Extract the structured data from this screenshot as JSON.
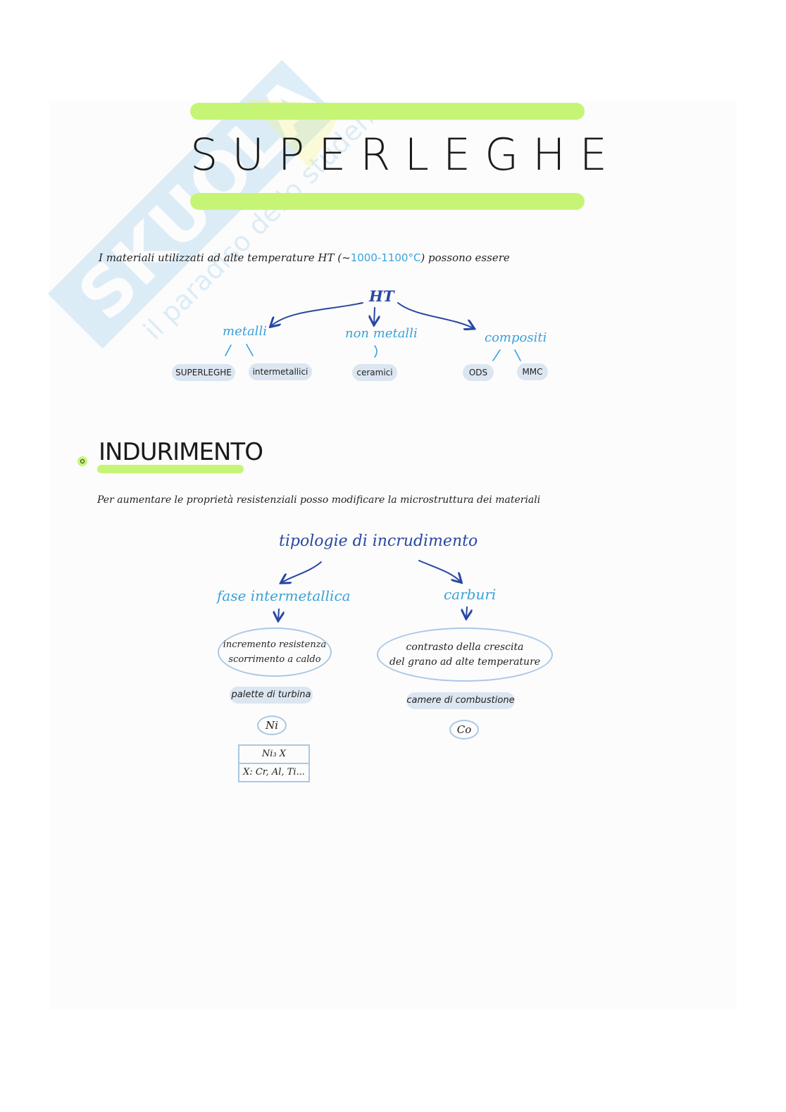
{
  "title": "SUPERLEGHE",
  "watermark": {
    "brand": "SKUOLA.net",
    "tagline": "il paradiso dello studente"
  },
  "intro": {
    "text_before": "I materiali utilizzati ad alte temperature  HT  (~",
    "temperature": "1000-1100°C",
    "text_after": ")  possono  essere"
  },
  "ht_tree": {
    "root": "HT",
    "branches": [
      {
        "label": "metalli",
        "items": [
          "SUPERLEGHE",
          "intermetallici"
        ]
      },
      {
        "label": "non metalli",
        "items": [
          "ceramici"
        ]
      },
      {
        "label": "compositi",
        "items": [
          "ODS",
          "MMC"
        ]
      }
    ]
  },
  "section": {
    "title": "INDURIMENTO",
    "description": "Per aumentare le proprietà resistenziali posso modificare la microstruttura dei materiali"
  },
  "hardening_tree": {
    "root": "tipologie di incrudimento",
    "left": {
      "label": "fase intermetallica",
      "effect_lines": [
        "incremento resistenza",
        "scorrimento a caldo"
      ],
      "application": "palette di turbina",
      "element": "Ni",
      "formula": [
        "Ni₃ X",
        "X: Cr, Al, Ti..."
      ]
    },
    "right": {
      "label": "carburi",
      "effect_lines": [
        "contrasto della crescita",
        "del grano ad alte temperature"
      ],
      "application": "camere di combustione",
      "element": "Co"
    }
  },
  "colors": {
    "highlight": "#c6f576",
    "dark_blue": "#2847a3",
    "light_blue": "#3ba0da",
    "pill": "#dce6f1",
    "outline": "#a9c8e6"
  }
}
